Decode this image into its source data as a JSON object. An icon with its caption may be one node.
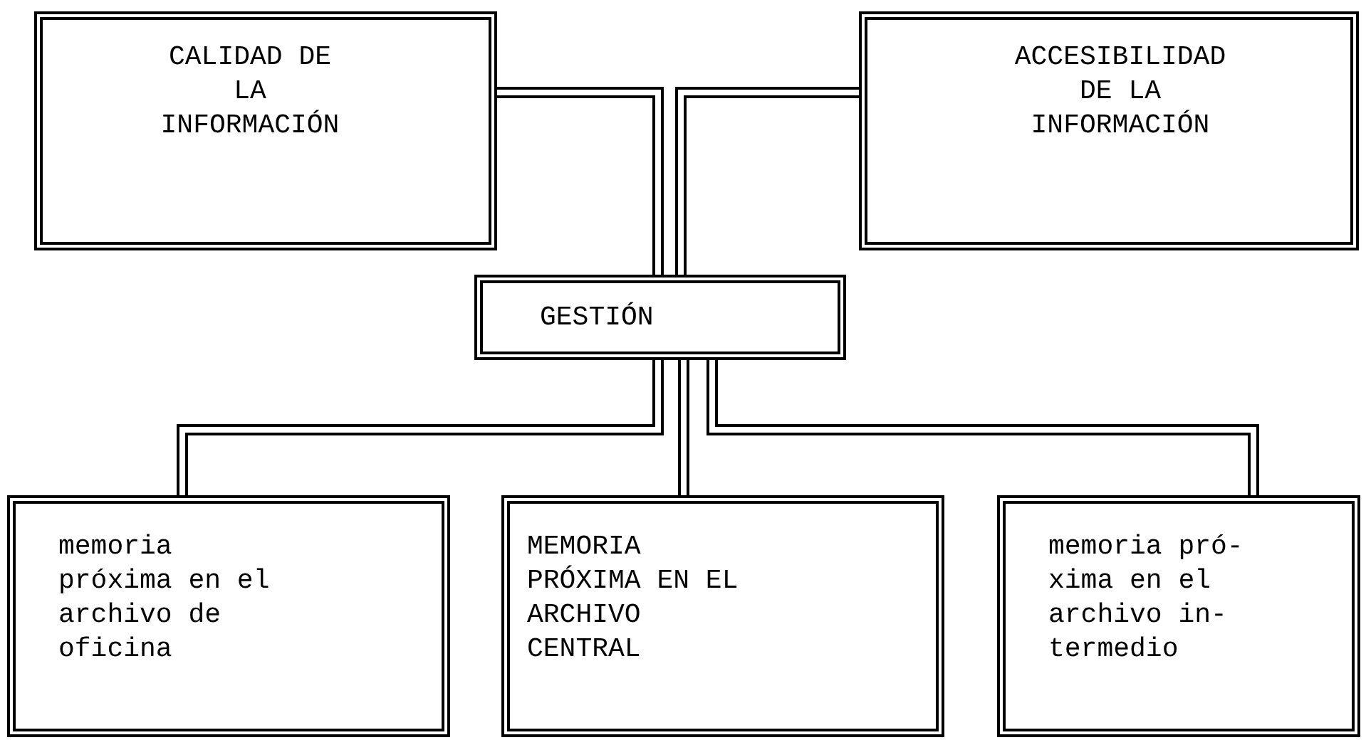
{
  "diagram": {
    "nodes": [
      {
        "text": [
          "CALIDAD DE LA INFORMACIÓN"
        ]
      },
      {
        "text": [
          "ACCESIBILIDAD DE LA INFORMACIÓN"
        ]
      },
      {
        "text": [
          "GESTIÓN"
        ]
      },
      {
        "text": [
          "memoria próxima en el archivo de oficina"
        ]
      },
      {
        "text": [
          "MEMORIA PRÓXIMA EN EL ARCHIVO CENTRAL"
        ]
      },
      {
        "text": [
          "memoria pró- xima en el archivo in- termedio"
        ]
      }
    ],
    "edges": [
      {
        "from": 0,
        "to": 2,
        "arrow": "none"
      },
      {
        "from": 1,
        "to": 2,
        "arrow": "none"
      },
      {
        "from": 2,
        "to": 3,
        "arrow": "none"
      },
      {
        "from": 2,
        "to": 4,
        "arrow": "none"
      },
      {
        "from": 2,
        "to": 5,
        "arrow": "none"
      }
    ]
  }
}
